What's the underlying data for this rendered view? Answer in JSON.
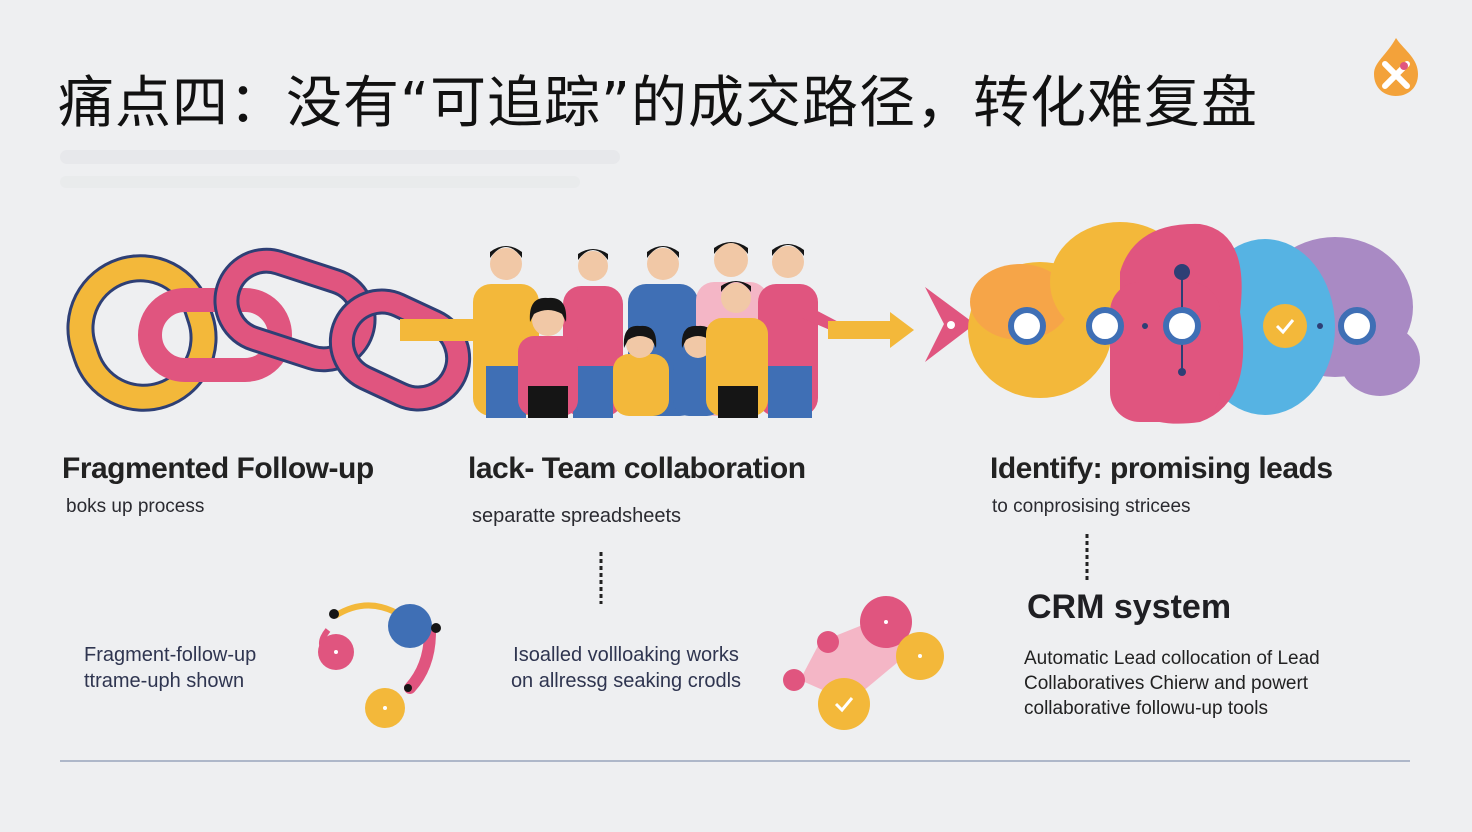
{
  "title": "痛点四：没有“可追踪”的成交路径，转化难复盘",
  "logo": {
    "icon": "flame-logo-icon",
    "color": "#f3a23a"
  },
  "sections": {
    "left": {
      "heading": "Fragmented Follow-up",
      "subtext": "boks up process",
      "caption_lines": [
        "Fragment-follow-up",
        "ttrame-uph shown"
      ]
    },
    "middle": {
      "heading": "lack- Team collaboration",
      "subtext": "separatte spreadsheets",
      "caption_lines": [
        "Isoalled vollloaking works",
        "on allressg seaking crodls"
      ]
    },
    "right": {
      "heading": "Identify: promising leads",
      "subtext": "to conprosising stricees",
      "crm_title": "CRM system",
      "caption_lines": [
        "Automatic Lead collocation of Lead",
        "Collaboratives Chierw and powert",
        "collaborative followu-up tools"
      ]
    }
  },
  "colors": {
    "pink": "#e0557f",
    "yellow": "#f3b83a",
    "blue": "#3f6fb5",
    "navy": "#2e3f75",
    "light_blue": "#56b3e3",
    "purple": "#a98ac4"
  }
}
